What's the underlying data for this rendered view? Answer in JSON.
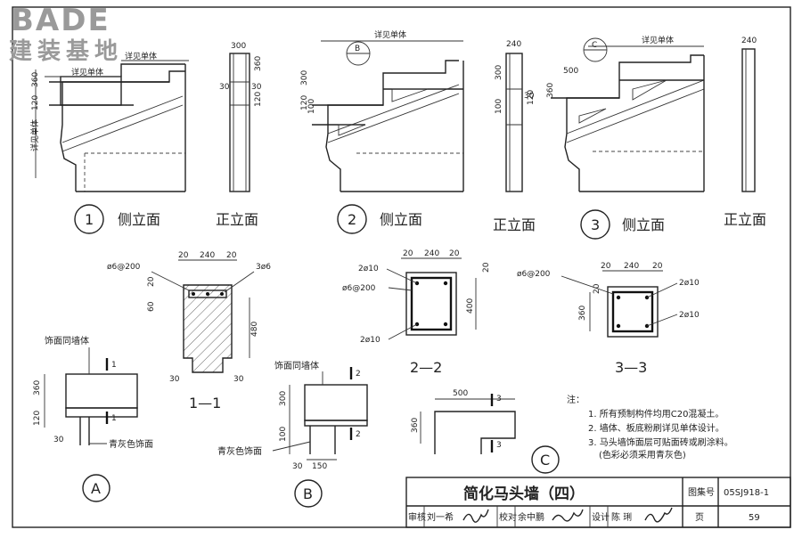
{
  "logo": {
    "latin": "BADE",
    "cjk": "建装基地"
  },
  "drawing1": {
    "circle": "1",
    "side_title": "侧立面",
    "front_title": "正立面",
    "note_top": "详见单体",
    "note_mid": "详见单体",
    "note_left": "详见单体",
    "d360": "360",
    "d120": "120",
    "d300": "300",
    "d30a": "30",
    "d30b": "30",
    "d120b": "120",
    "d360b": "360"
  },
  "drawing2": {
    "circle": "2",
    "side_title": "侧立面",
    "front_title": "正立面",
    "note_top": "详见单体",
    "ref_letter": "B",
    "d300": "300",
    "d120": "120",
    "d100": "100",
    "d240": "240",
    "d300b": "300",
    "d100b": "100",
    "d30": "30",
    "d120b": "120"
  },
  "drawing3": {
    "circle": "3",
    "side_title": "侧立面",
    "front_title": "正立面",
    "note_top": "详见单体",
    "ref_letter": "C",
    "d500": "500",
    "d360": "360",
    "d240": "240"
  },
  "section11": {
    "title": "1—1",
    "rebar_stirrup": "ø6@200",
    "rebar_main": "3ø6",
    "d20a": "20",
    "d240": "240",
    "d20b": "20",
    "d20c": "20",
    "d60": "60",
    "d480": "480",
    "d30a": "30",
    "d30b": "30"
  },
  "section22": {
    "title": "2—2",
    "rebar_top": "2ø10",
    "rebar_stirrup": "ø6@200",
    "rebar_bottom": "2ø10",
    "d20a": "20",
    "d240": "240",
    "d20b": "20",
    "d20c": "20",
    "d400": "400"
  },
  "section33": {
    "title": "3—3",
    "rebar_stirrup": "ø6@200",
    "rebar_top": "2ø10",
    "rebar_bottom": "2ø10",
    "d20a": "20",
    "d240": "240",
    "d20b": "20",
    "d20c": "20",
    "d360": "360"
  },
  "detailA": {
    "circle": "A",
    "label_top": "饰面同墙体",
    "label_bottom": "青灰色饰面",
    "d360": "360",
    "d120": "120",
    "d30": "30",
    "mark1": "1",
    "mark1b": "1"
  },
  "detailB": {
    "circle": "B",
    "label_top": "饰面同墙体",
    "label_bottom": "青灰色饰面",
    "d300": "300",
    "d100": "100",
    "d150": "150",
    "d30": "30",
    "mark2": "2",
    "mark2b": "2"
  },
  "detailC": {
    "circle": "C",
    "d500": "500",
    "d360": "360",
    "mark3": "3",
    "mark3b": "3"
  },
  "notes": {
    "heading": "注：",
    "items": [
      "1. 所有预制构件均用C20混凝土。",
      "2. 墙体、板底粉刷详见单体设计。",
      "3. 马头墙饰面层可贴面砖或刷涂料。",
      "(色彩必须采用青灰色)"
    ]
  },
  "title_block": {
    "title": "简化马头墙（四）",
    "atlas_label": "图集号",
    "atlas_no": "05SJ918-1",
    "review_label": "审核",
    "review_name": "刘一希",
    "check_label": "校对",
    "check_name": "余中鹏",
    "design_label": "设计",
    "design_name": "陈 琍",
    "page_label": "页",
    "page_no": "59"
  }
}
